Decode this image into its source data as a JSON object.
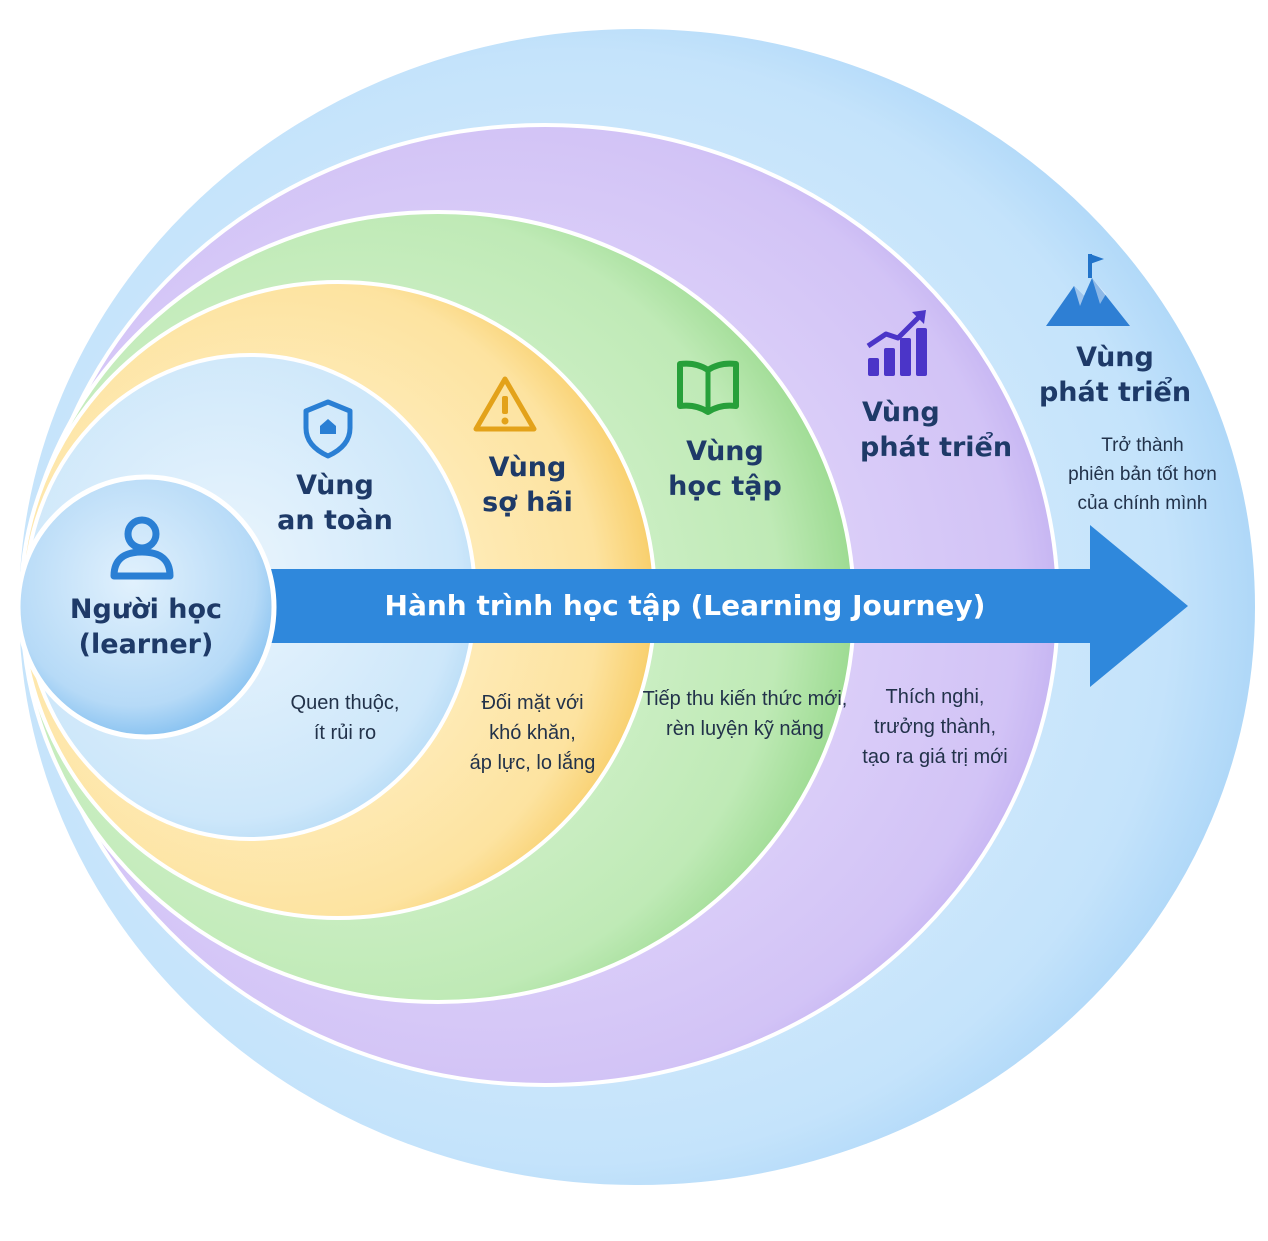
{
  "colors": {
    "outer": "#bfe1fb",
    "purple": "#cdbdf4",
    "green": "#bfeab7",
    "yellow": "#fde6a4",
    "safe": "#d3ebfb",
    "learner": "#b9ddf8",
    "arrow": "#2e89dc",
    "title_text": "#1e3a68"
  },
  "learner": {
    "title_line1": "Người học",
    "title_line2": "(learner)",
    "icon": "user-icon"
  },
  "journey": {
    "label": "Hành trình học tập  (Learning Journey)"
  },
  "zones": [
    {
      "key": "safe",
      "title_line1": "Vùng",
      "title_line2": "an toàn",
      "icon": "shield-icon",
      "desc": [
        "Quen thuộc,",
        "ít rủi ro"
      ]
    },
    {
      "key": "fear",
      "title_line1": "Vùng",
      "title_line2": "sợ hãi",
      "icon": "warning-icon",
      "desc": [
        "Đối mặt với",
        "khó khăn,",
        "áp lực, lo lắng"
      ]
    },
    {
      "key": "learning",
      "title_line1": "Vùng",
      "title_line2": "học tập",
      "icon": "book-icon",
      "desc": [
        "Tiếp thu kiến thức mới,",
        "rèn luyện kỹ năng"
      ]
    },
    {
      "key": "growth",
      "title_line1": "Vùng",
      "title_line2": "phát triển",
      "icon": "chart-growth-icon",
      "desc": [
        "Thích nghi,",
        "trưởng thành,",
        "tạo ra giá trị mới"
      ]
    },
    {
      "key": "development",
      "title_line1": "Vùng",
      "title_line2": "phát triển",
      "icon": "mountain-flag-icon",
      "desc": [
        "Trở thành",
        "phiên bản tốt hơn",
        "của chính mình"
      ]
    }
  ]
}
